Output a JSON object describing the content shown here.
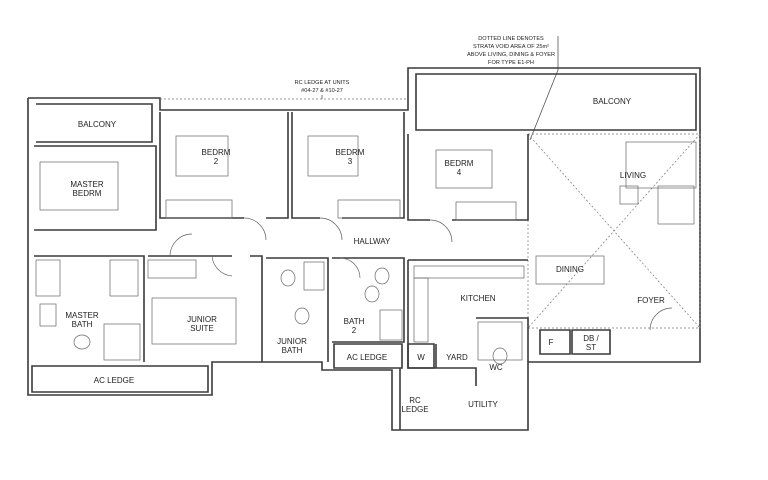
{
  "notes": {
    "void_line1": "DOTTED LINE DENOTES",
    "void_line2": "STRATA VOID AREA OF 25m²",
    "void_line3": "ABOVE LIVING, DINING & FOYER",
    "void_line4": "FOR TYPE E1-PH",
    "rc_line1": "RC LEDGE AT UNITS",
    "rc_line2": "#04-27 & #10-27"
  },
  "rooms": {
    "balcony_left": "BALCONY",
    "balcony_right": "BALCONY",
    "bedrm2_a": "BEDRM",
    "bedrm2_b": "2",
    "bedrm3_a": "BEDRM",
    "bedrm3_b": "3",
    "bedrm4_a": "BEDRM",
    "bedrm4_b": "4",
    "master_a": "MASTER",
    "master_b": "BEDRM",
    "living": "LIVING",
    "hallway": "HALLWAY",
    "dining": "DINING",
    "foyer": "FOYER",
    "kitchen": "KITCHEN",
    "master_bath_a": "MASTER",
    "master_bath_b": "BATH",
    "junior_suite_a": "JUNIOR",
    "junior_suite_b": "SUITE",
    "junior_bath_a": "JUNIOR",
    "junior_bath_b": "BATH",
    "bath2_a": "BATH",
    "bath2_b": "2",
    "ac_ledge_mid": "AC LEDGE",
    "ac_ledge_left": "AC LEDGE",
    "w": "W",
    "yard": "YARD",
    "wc": "WC",
    "rc_ledge_a": "RC",
    "rc_ledge_b": "LEDGE",
    "utility": "UTILITY",
    "f": "F",
    "dbst_a": "DB /",
    "dbst_b": "ST"
  }
}
